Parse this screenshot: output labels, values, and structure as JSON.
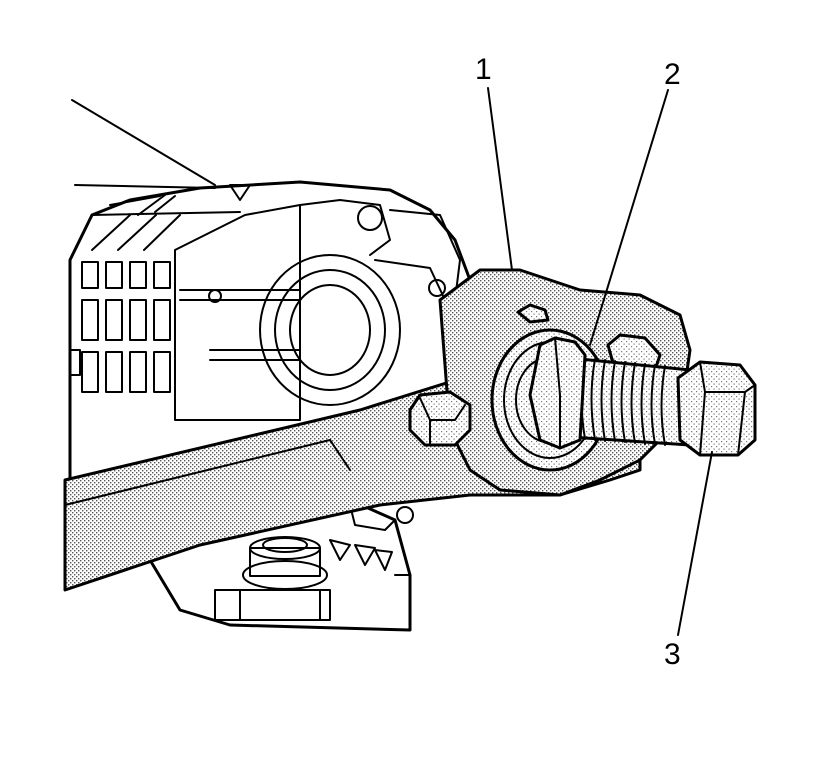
{
  "callouts": [
    {
      "id": "1",
      "label": "1"
    },
    {
      "id": "2",
      "label": "2"
    },
    {
      "id": "3",
      "label": "3"
    }
  ],
  "colors": {
    "line": "#000000",
    "background": "#ffffff",
    "shade": "#bdbdbd"
  }
}
